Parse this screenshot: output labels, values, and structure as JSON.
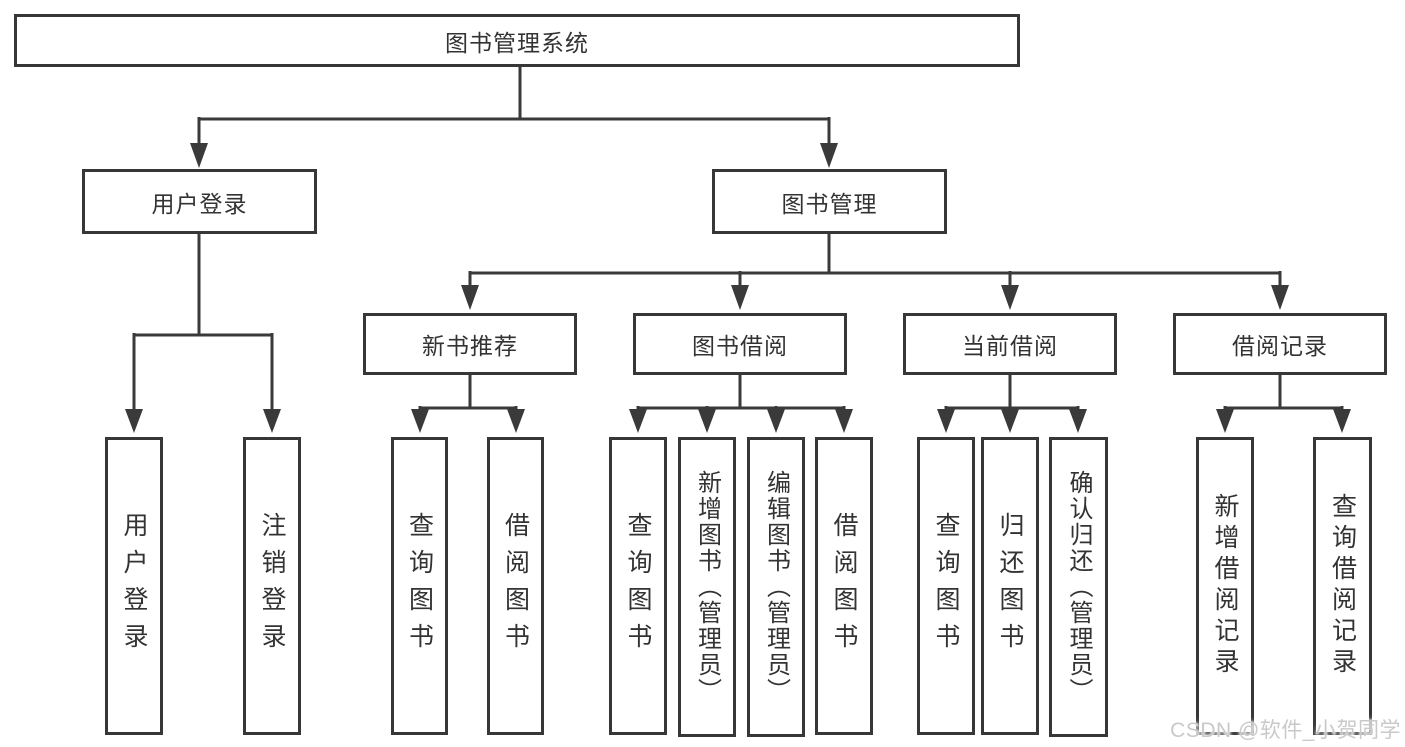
{
  "colors": {
    "background": "#ffffff",
    "line": "#3a3a3a",
    "box_border": "#373737",
    "text": "#333333",
    "watermark": "#c9c9c9"
  },
  "diagram": {
    "root": {
      "label": "图书管理系统"
    },
    "branches": [
      {
        "label": "用户登录",
        "children": [
          {
            "label": "用户登录"
          },
          {
            "label": "注销登录"
          }
        ]
      },
      {
        "label": "图书管理",
        "children": [
          {
            "label": "新书推荐",
            "children": [
              {
                "label": "查询图书"
              },
              {
                "label": "借阅图书"
              }
            ]
          },
          {
            "label": "图书借阅",
            "children": [
              {
                "label": "查询图书"
              },
              {
                "label": "新增图书（管理员）"
              },
              {
                "label": "编辑图书（管理员）"
              },
              {
                "label": "借阅图书"
              }
            ]
          },
          {
            "label": "当前借阅",
            "children": [
              {
                "label": "查询图书"
              },
              {
                "label": "归还图书"
              },
              {
                "label": "确认归还（管理员）"
              }
            ]
          },
          {
            "label": "借阅记录",
            "children": [
              {
                "label": "新增借阅记录"
              },
              {
                "label": "查询借阅记录"
              }
            ]
          }
        ]
      }
    ]
  },
  "watermark": {
    "text": "CSDN @软件_小贺同学"
  }
}
